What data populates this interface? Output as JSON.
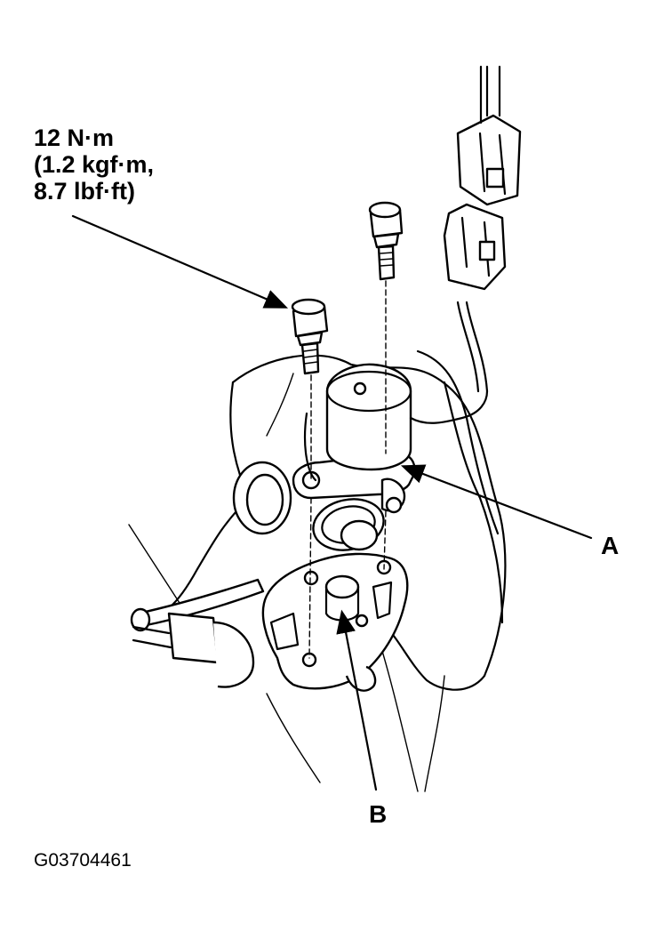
{
  "torque_spec": {
    "line1": "12 N·m",
    "line2": "(1.2 kgf·m,",
    "line3": "8.7 lbf·ft)"
  },
  "callouts": {
    "a": "A",
    "b": "B"
  },
  "figure_id": "G03704461"
}
